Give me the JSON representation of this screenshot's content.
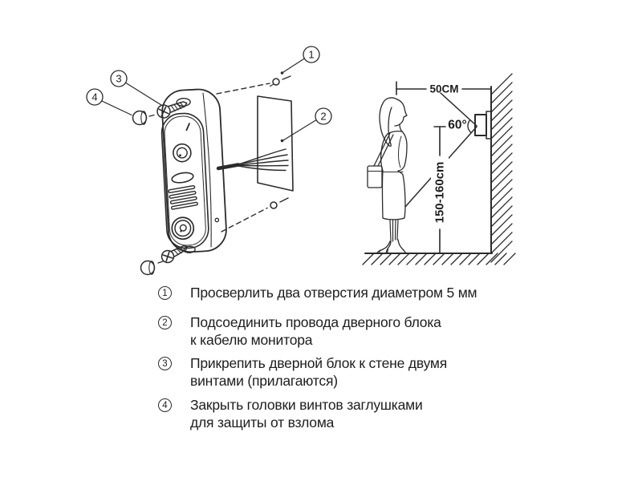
{
  "diagram_left": {
    "callouts": [
      {
        "num": "1"
      },
      {
        "num": "2"
      },
      {
        "num": "3"
      },
      {
        "num": "4"
      }
    ]
  },
  "diagram_right": {
    "distance_label": "50CM",
    "angle_label": "60°",
    "height_label": "150-160cm"
  },
  "instructions": {
    "items": [
      {
        "num": "1",
        "lines": [
          "Просверлить два отверстия диаметром 5 мм"
        ]
      },
      {
        "num": "2",
        "lines": [
          "Подсоединить провода дверного блока",
          "к кабелю монитора"
        ]
      },
      {
        "num": "3",
        "lines": [
          "Прикрепить дверной блок к стене двумя",
          "винтами (прилагаются)"
        ]
      },
      {
        "num": "4",
        "lines": [
          "Закрыть головки винтов заглушками",
          "для защиты от взлома"
        ]
      }
    ]
  },
  "colors": {
    "ink": "#2b2b2b",
    "text": "#1f1d1d",
    "background": "#ffffff"
  }
}
